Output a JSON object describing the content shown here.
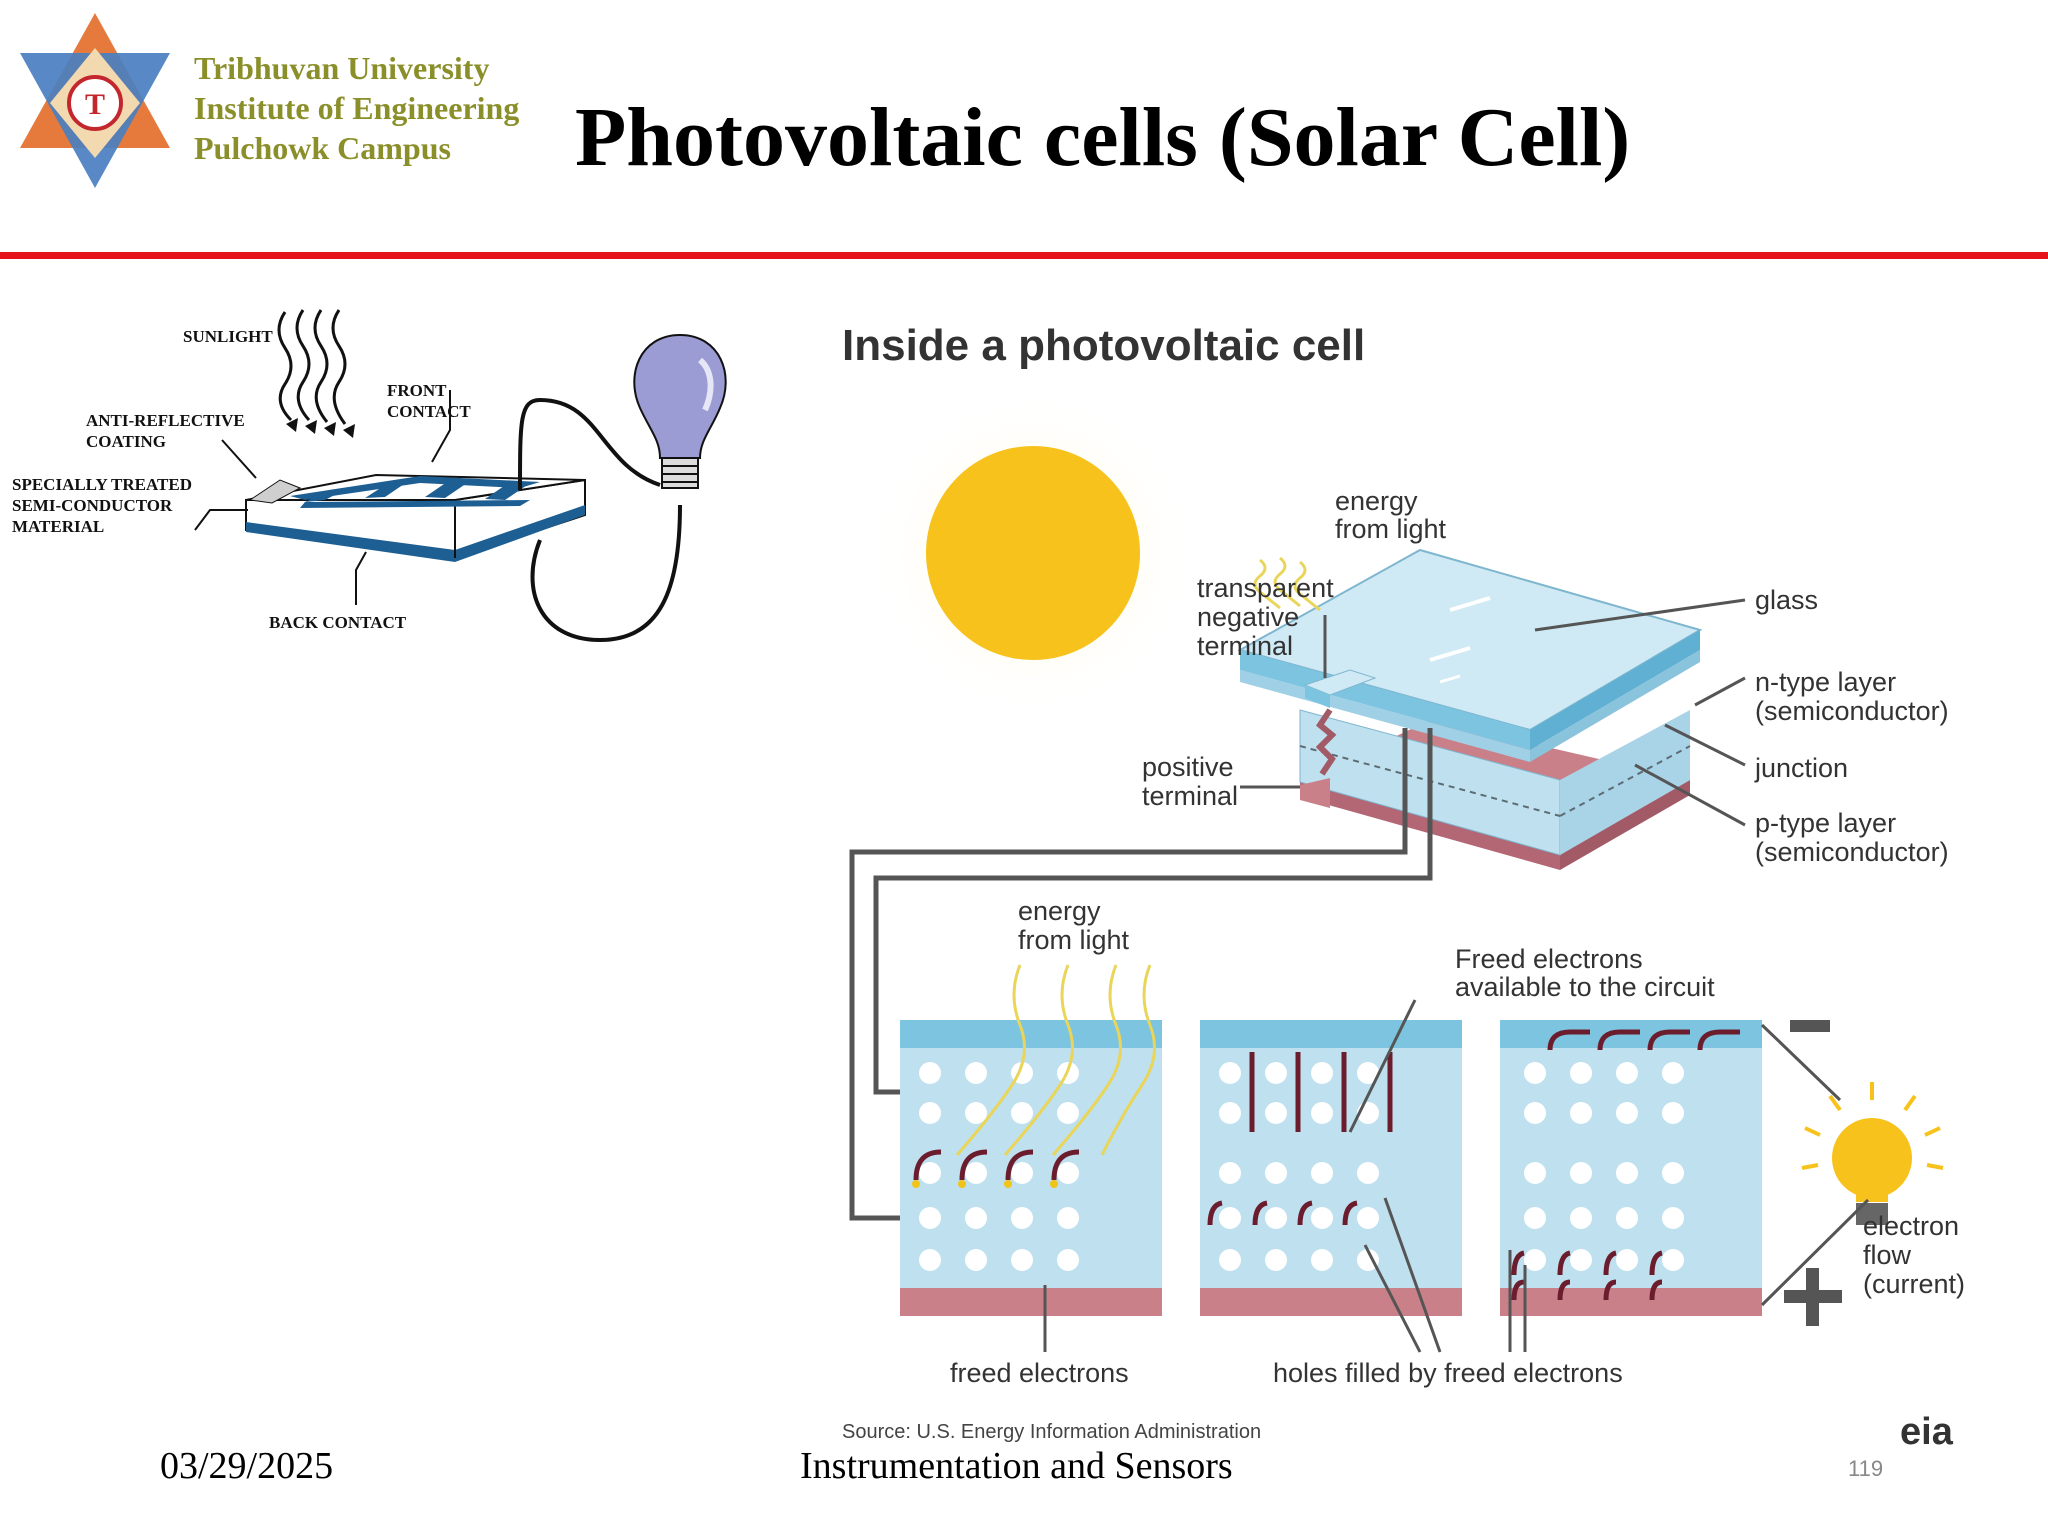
{
  "header": {
    "logo_lines": [
      "Tribhuvan University",
      "Institute of Engineering",
      "Pulchowk Campus"
    ],
    "title": "Photovoltaic cells (Solar Cell)"
  },
  "left_figure": {
    "labels": {
      "sunlight": "SUNLIGHT",
      "front_contact_1": "FRONT",
      "front_contact_2": "CONTACT",
      "anti_1": "ANTI-REFLECTIVE",
      "anti_2": "COATING",
      "semi_1": "SPECIALLY TREATED",
      "semi_2": "SEMI-CONDUCTOR",
      "semi_3": "MATERIAL",
      "back_contact": "BACK CONTACT"
    }
  },
  "right_figure": {
    "title": "Inside a photovoltaic cell",
    "labels": {
      "energy_top_1": "energy",
      "energy_top_2": "from light",
      "transparent_1": "transparent",
      "transparent_2": "negative",
      "transparent_3": "terminal",
      "glass": "glass",
      "ntype_1": "n-type layer",
      "ntype_2": "(semiconductor)",
      "junction": "junction",
      "ptype_1": "p-type layer",
      "ptype_2": "(semiconductor)",
      "positive_1": "positive",
      "positive_2": "terminal",
      "energy_bottom_1": "energy",
      "energy_bottom_2": "from light",
      "freed_avail_1": "Freed electrons",
      "freed_avail_2": "available to the circuit",
      "electron_flow_1": "electron",
      "electron_flow_2": "flow",
      "electron_flow_3": "(current)",
      "freed_electrons": "freed electrons",
      "holes_filled": "holes filled by freed electrons",
      "source": "Source: U.S. Energy Information Administration",
      "eia": "eia"
    },
    "colors": {
      "sun": "#f7c21b",
      "cell_blue": "#bfe0ee",
      "cell_dark_blue": "#7cc4e0",
      "p_layer": "#c98088",
      "wire": "#555555",
      "arrow": "#6b1d2e"
    }
  },
  "footer": {
    "date": "03/29/2025",
    "course": "Instrumentation and Sensors",
    "page": "119"
  }
}
